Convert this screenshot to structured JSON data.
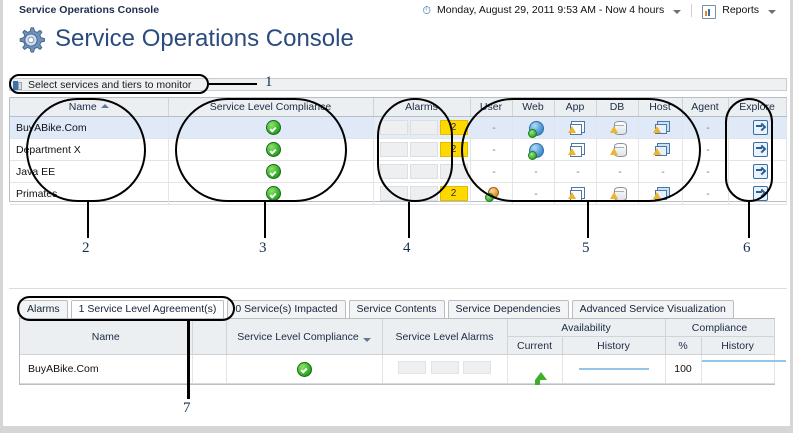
{
  "window": {
    "title": "Service Operations Console",
    "page_title": "Service Operations Console",
    "gear_icon": "gear-icon"
  },
  "header_right": {
    "clock_icon": "clock-icon",
    "time_range": "Monday, August 29, 2011 9:53 AM - Now 4 hours",
    "time_caret_icon": "chevron-down-icon",
    "reports_icon": "report-icon",
    "reports_label": "Reports",
    "reports_caret_icon": "chevron-down-icon"
  },
  "select_strip": {
    "icon": "panel-toggle-icon",
    "text": "Select services and tiers to monitor"
  },
  "top_grid": {
    "columns": [
      {
        "key": "name",
        "label": "Name",
        "sort": "asc"
      },
      {
        "key": "slc",
        "label": "Service Level Compliance"
      },
      {
        "key": "alarms",
        "label": "Alarms"
      },
      {
        "key": "user",
        "label": "User"
      },
      {
        "key": "web",
        "label": "Web"
      },
      {
        "key": "app",
        "label": "App"
      },
      {
        "key": "db",
        "label": "DB"
      },
      {
        "key": "host",
        "label": "Host"
      },
      {
        "key": "agent",
        "label": "Agent"
      },
      {
        "key": "explore",
        "label": "Explore"
      }
    ],
    "rows": [
      {
        "selected": true,
        "name": "BuyABike.Com",
        "slc": "ok",
        "alarms": [
          "",
          "",
          "2"
        ],
        "user": "-",
        "web": "globe",
        "app": "app",
        "db": "db",
        "host": "host",
        "agent": "-",
        "explore": "explore-icon"
      },
      {
        "selected": false,
        "name": "Department X",
        "slc": "ok",
        "alarms": [
          "",
          "",
          "2"
        ],
        "user": "-",
        "web": "globe",
        "app": "app",
        "db": "db",
        "host": "host",
        "agent": "-",
        "explore": "explore-icon"
      },
      {
        "selected": false,
        "name": "Java EE",
        "slc": "ok",
        "alarms": [
          "",
          "",
          ""
        ],
        "user": "-",
        "web": "-",
        "app": "-",
        "db": "-",
        "host": "-",
        "agent": "-",
        "explore": "explore-icon"
      },
      {
        "selected": false,
        "name": "Primates",
        "slc": "ok",
        "alarms": [
          "",
          "",
          "2"
        ],
        "user": "user",
        "web": "-",
        "app": "app",
        "db": "db",
        "host": "host",
        "agent": "-",
        "explore": "explore-icon"
      }
    ]
  },
  "tabs": [
    {
      "label": "Alarms",
      "active": false
    },
    {
      "label": "1 Service Level Agreement(s)",
      "active": true
    },
    {
      "label": "0 Service(s) Impacted",
      "active": false
    },
    {
      "label": "Service Contents",
      "active": false
    },
    {
      "label": "Service Dependencies",
      "active": false
    },
    {
      "label": "Advanced Service Visualization",
      "active": false
    }
  ],
  "bottom_grid": {
    "group_headers": [
      {
        "label": "",
        "span": 1
      },
      {
        "label": "",
        "span": 1
      },
      {
        "label": "",
        "span": 1
      },
      {
        "label": "",
        "span": 1
      },
      {
        "label": "Availability",
        "span": 2
      },
      {
        "label": "Compliance",
        "span": 2
      }
    ],
    "columns": [
      {
        "key": "name",
        "label": "Name"
      },
      {
        "key": "gap",
        "label": ""
      },
      {
        "key": "slc",
        "label": "Service Level Compliance",
        "sort": "desc"
      },
      {
        "key": "sla",
        "label": "Service Level Alarms"
      },
      {
        "key": "avail_current",
        "label": "Current"
      },
      {
        "key": "avail_history",
        "label": "History"
      },
      {
        "key": "comp_pct",
        "label": "%"
      },
      {
        "key": "comp_history",
        "label": "History"
      }
    ],
    "rows": [
      {
        "name": "BuyABike.Com",
        "slc": "ok",
        "sla": [
          "",
          "",
          ""
        ],
        "avail_current": "up-arrow-icon",
        "avail_history": "sparkline",
        "comp_pct": "100",
        "comp_history": "sparkline"
      }
    ]
  },
  "callouts": [
    {
      "id": "1",
      "label": "1"
    },
    {
      "id": "2",
      "label": "2"
    },
    {
      "id": "3",
      "label": "3"
    },
    {
      "id": "4",
      "label": "4"
    },
    {
      "id": "5",
      "label": "5"
    },
    {
      "id": "6",
      "label": "6"
    },
    {
      "id": "7",
      "label": "7"
    }
  ],
  "colors": {
    "accent": "#2b4b7e",
    "ok_green": "#35b02a",
    "alarm_yellow": "#ffd800",
    "selected_row": "#dfe9f7",
    "spark_blue": "#92c5ea"
  }
}
